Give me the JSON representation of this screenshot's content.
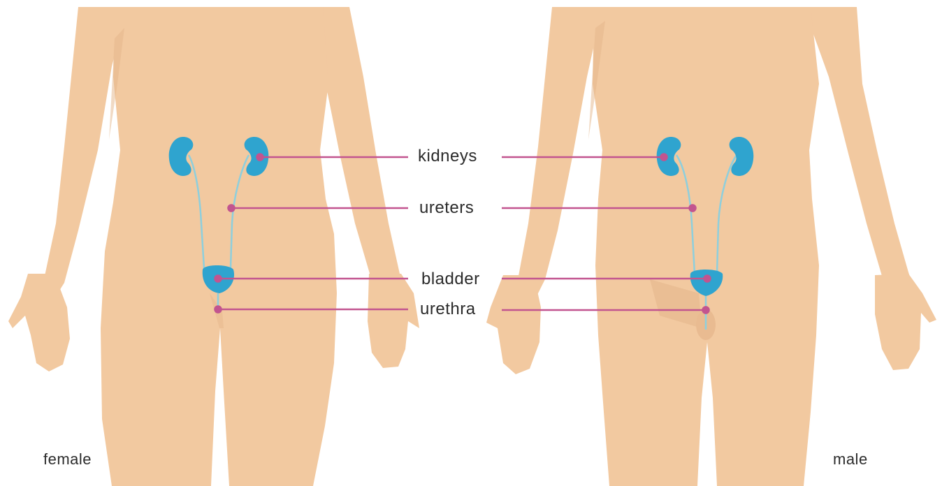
{
  "labels": {
    "kidneys": "kidneys",
    "ureters": "ureters",
    "bladder": "bladder",
    "urethra": "urethra"
  },
  "captions": {
    "female": "female",
    "male": "male"
  },
  "colors": {
    "skin": "#F2C9A0",
    "skin_shadow": "#E4B58A",
    "organ": "#2FA4CF",
    "organ_tube": "#8ECFDD",
    "leader": "#C2548F",
    "text": "#2B2B2B"
  }
}
